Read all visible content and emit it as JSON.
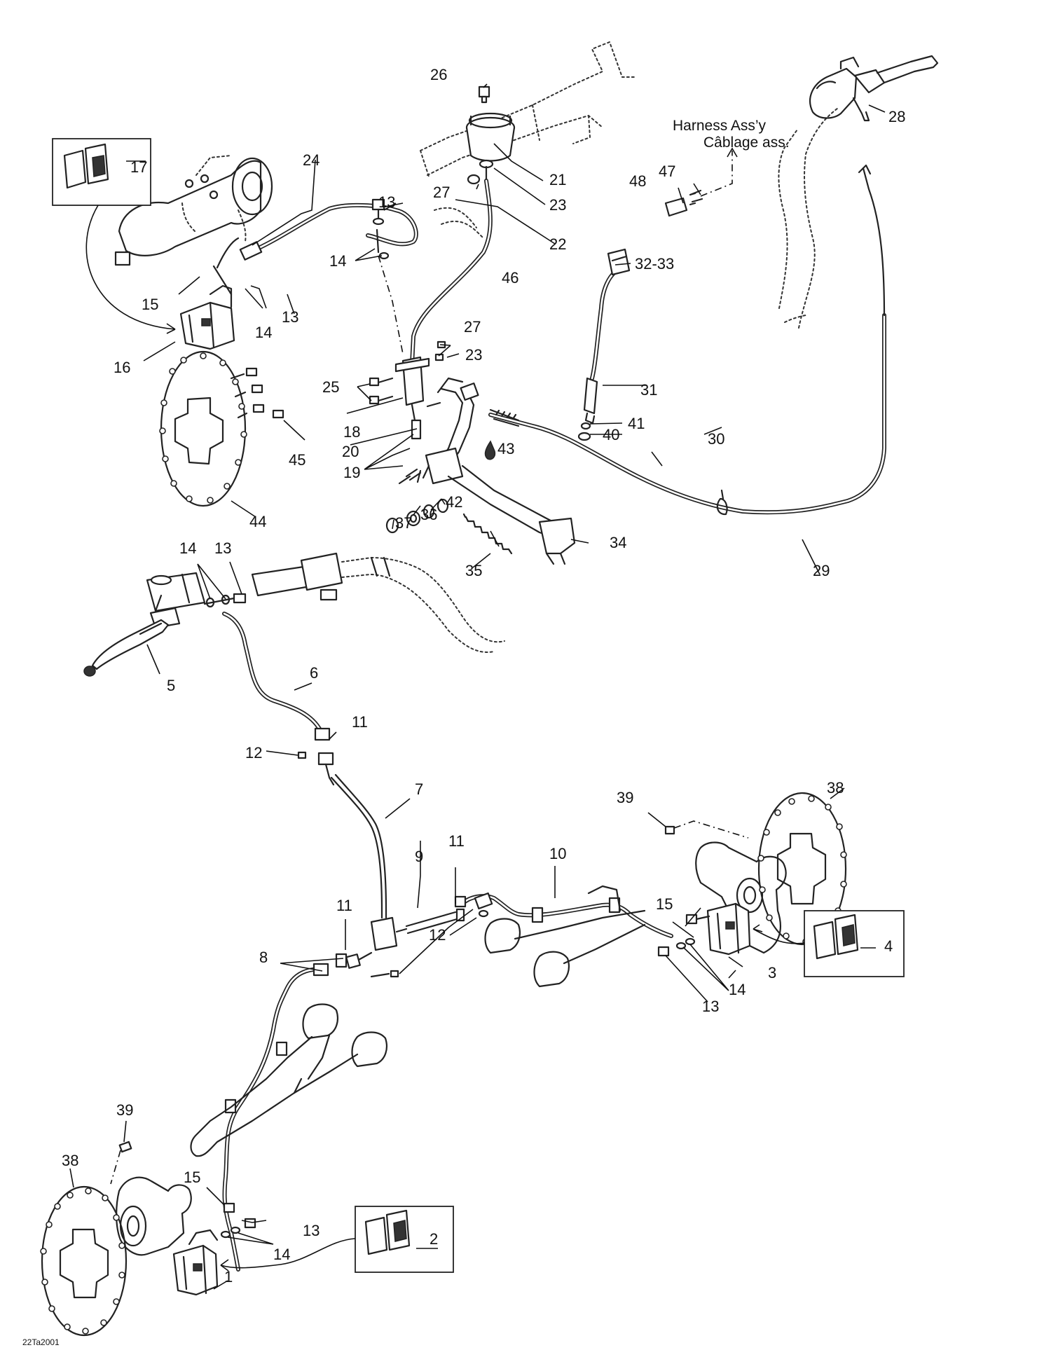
{
  "diagram": {
    "callouts": [
      "1",
      "2",
      "3",
      "4",
      "5",
      "6",
      "7",
      "8",
      "9",
      "10",
      "11",
      "11",
      "11",
      "12",
      "12",
      "13",
      "13",
      "13",
      "13",
      "13",
      "14",
      "14",
      "14",
      "14",
      "14",
      "15",
      "15",
      "15",
      "16",
      "17",
      "18",
      "19",
      "20",
      "21",
      "22",
      "23",
      "23",
      "24",
      "25",
      "26",
      "27",
      "27",
      "28",
      "29",
      "30",
      "31",
      "32-33",
      "34",
      "35",
      "36",
      "37",
      "38",
      "38",
      "39",
      "39",
      "40",
      "41",
      "42",
      "43",
      "44",
      "45",
      "46",
      "47",
      "48"
    ],
    "harness_note": {
      "line1": "Harness Ass’y",
      "line2": "Câblage ass."
    },
    "figure_code": "22Ta2001"
  }
}
